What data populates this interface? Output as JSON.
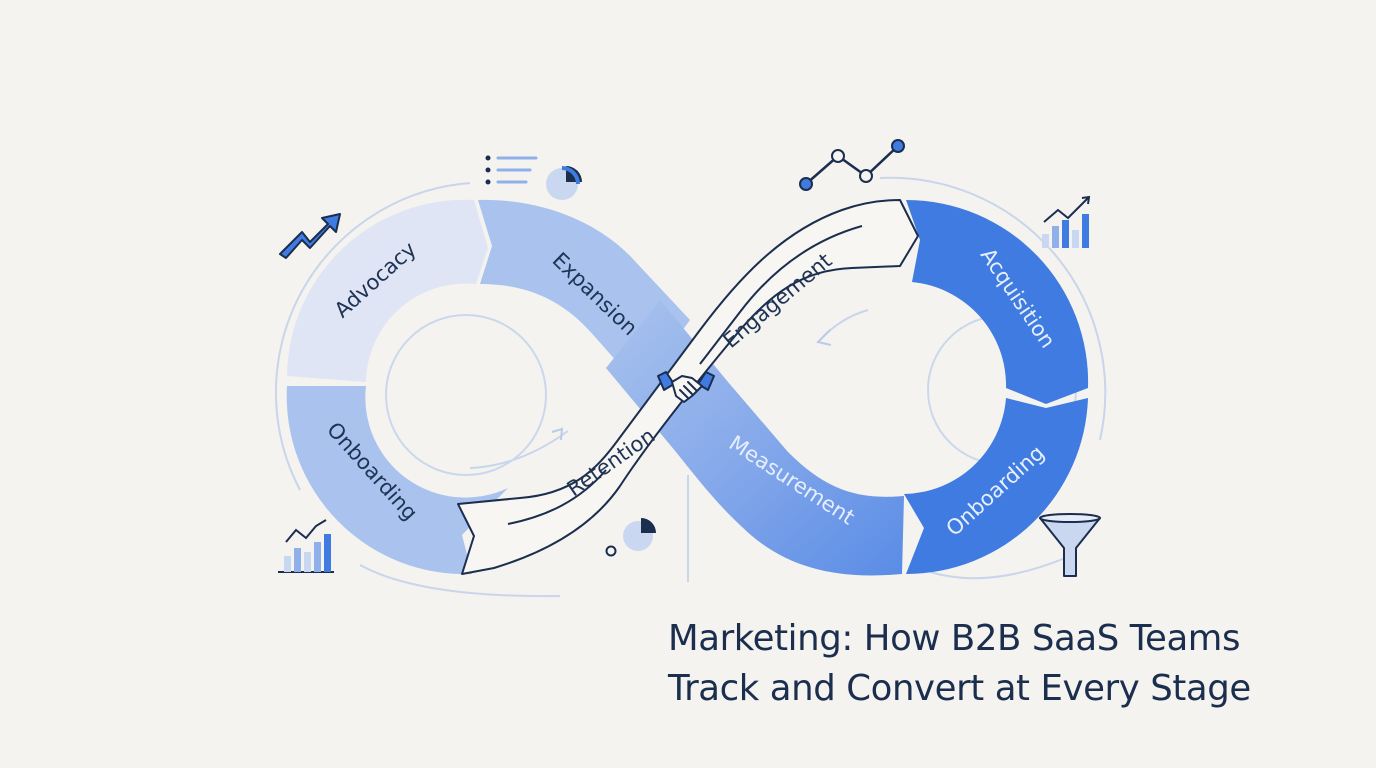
{
  "stages": {
    "advocacy": "Advocacy",
    "expansion": "Expansion",
    "onboarding_left": "Onboarding",
    "retention": "Retention",
    "engagement": "Engagement",
    "measurement": "Measurement",
    "acquisition": "Acquisition",
    "onboarding_right": "Onboarding"
  },
  "title": {
    "line1": "Marketing: How B2B SaaS Teams",
    "line2": "Track and Convert at Every Stage"
  },
  "colors": {
    "background": "#f4f3ef",
    "navy": "#1b2e4e",
    "pale_blue": "#dfe5f4",
    "light_blue": "#a9c3ee",
    "mid_blue": "#7fa6ea",
    "bright_blue": "#3f7be0",
    "band_white": "#f7f6f2"
  },
  "icons": [
    "trend-arrow-icon",
    "list-icon",
    "pie-chart-icon",
    "line-graph-icon",
    "bar-chart-icon",
    "handshake-icon",
    "funnel-icon"
  ]
}
